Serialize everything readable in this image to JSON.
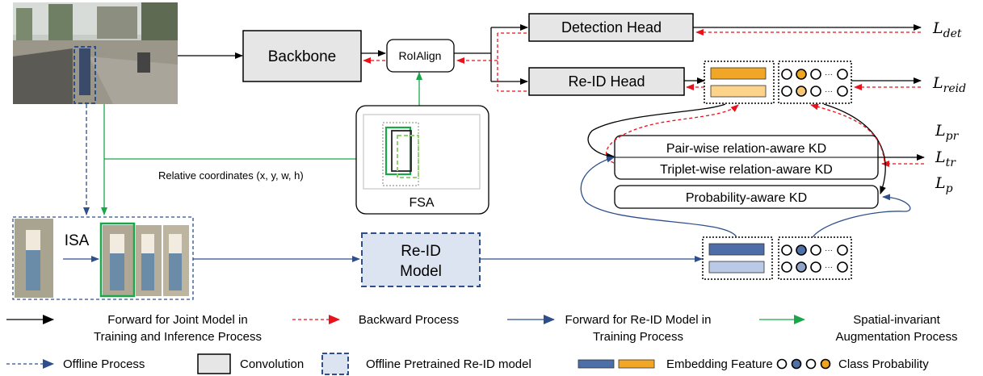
{
  "colors": {
    "black": "#000000",
    "red": "#e8121b",
    "blue": "#2e4f8c",
    "green": "#19a74a",
    "gray_box": "#e6e6e6",
    "light_blue_box": "#dce3f1",
    "orange": "#f2a626",
    "orange_light": "#fbd38a",
    "emb_dark_blue": "#4e6ea8",
    "emb_light_blue": "#b9c9e6",
    "dark_orange": "#f0a41c",
    "dot_light_orange": "#f7c677",
    "dot_blue": "#5071a8",
    "dot_light_blue": "#8fa4c7"
  },
  "icons": {
    "scene_photo": "street-scene-photo",
    "person_crops": "pedestrian-crop-photos",
    "fsa_thumbnail": "bounding-box-augmentation-thumbnail"
  },
  "boxes": {
    "backbone": "Backbone",
    "roialign": "RoIAlign",
    "detection_head": "Detection Head",
    "reid_head": "Re-ID Head",
    "fsa": "FSA",
    "isa": "ISA",
    "reid_model_line1": "Re-ID",
    "reid_model_line2": "Model",
    "pair_kd": "Pair-wise relation-aware KD",
    "triplet_kd": "Triplet-wise relation-aware KD",
    "prob_kd": "Probability-aware KD"
  },
  "labels": {
    "relative_coords": "Relative coordinates (x, y, w, h)"
  },
  "losses": {
    "det": {
      "base": "L",
      "sub": "det"
    },
    "reid": {
      "base": "L",
      "sub": "reid"
    },
    "pr": {
      "base": "L",
      "sub": "pr"
    },
    "tr": {
      "base": "L",
      "sub": "tr"
    },
    "p": {
      "base": "L",
      "sub": "p"
    }
  },
  "legend": {
    "forward_joint_line1": "Forward for Joint Model in",
    "forward_joint_line2": "Training and Inference Process",
    "backward": "Backward Process",
    "forward_reid_line1": "Forward for Re-ID Model in",
    "forward_reid_line2": "Training Process",
    "spatial_line1": "Spatial-invariant",
    "spatial_line2": "Augmentation Process",
    "offline": "Offline Process",
    "convolution": "Convolution",
    "offline_pretrained": "Offline Pretrained Re-ID model",
    "embedding_feature": "Embedding Feature",
    "class_probability": "Class Probability"
  }
}
